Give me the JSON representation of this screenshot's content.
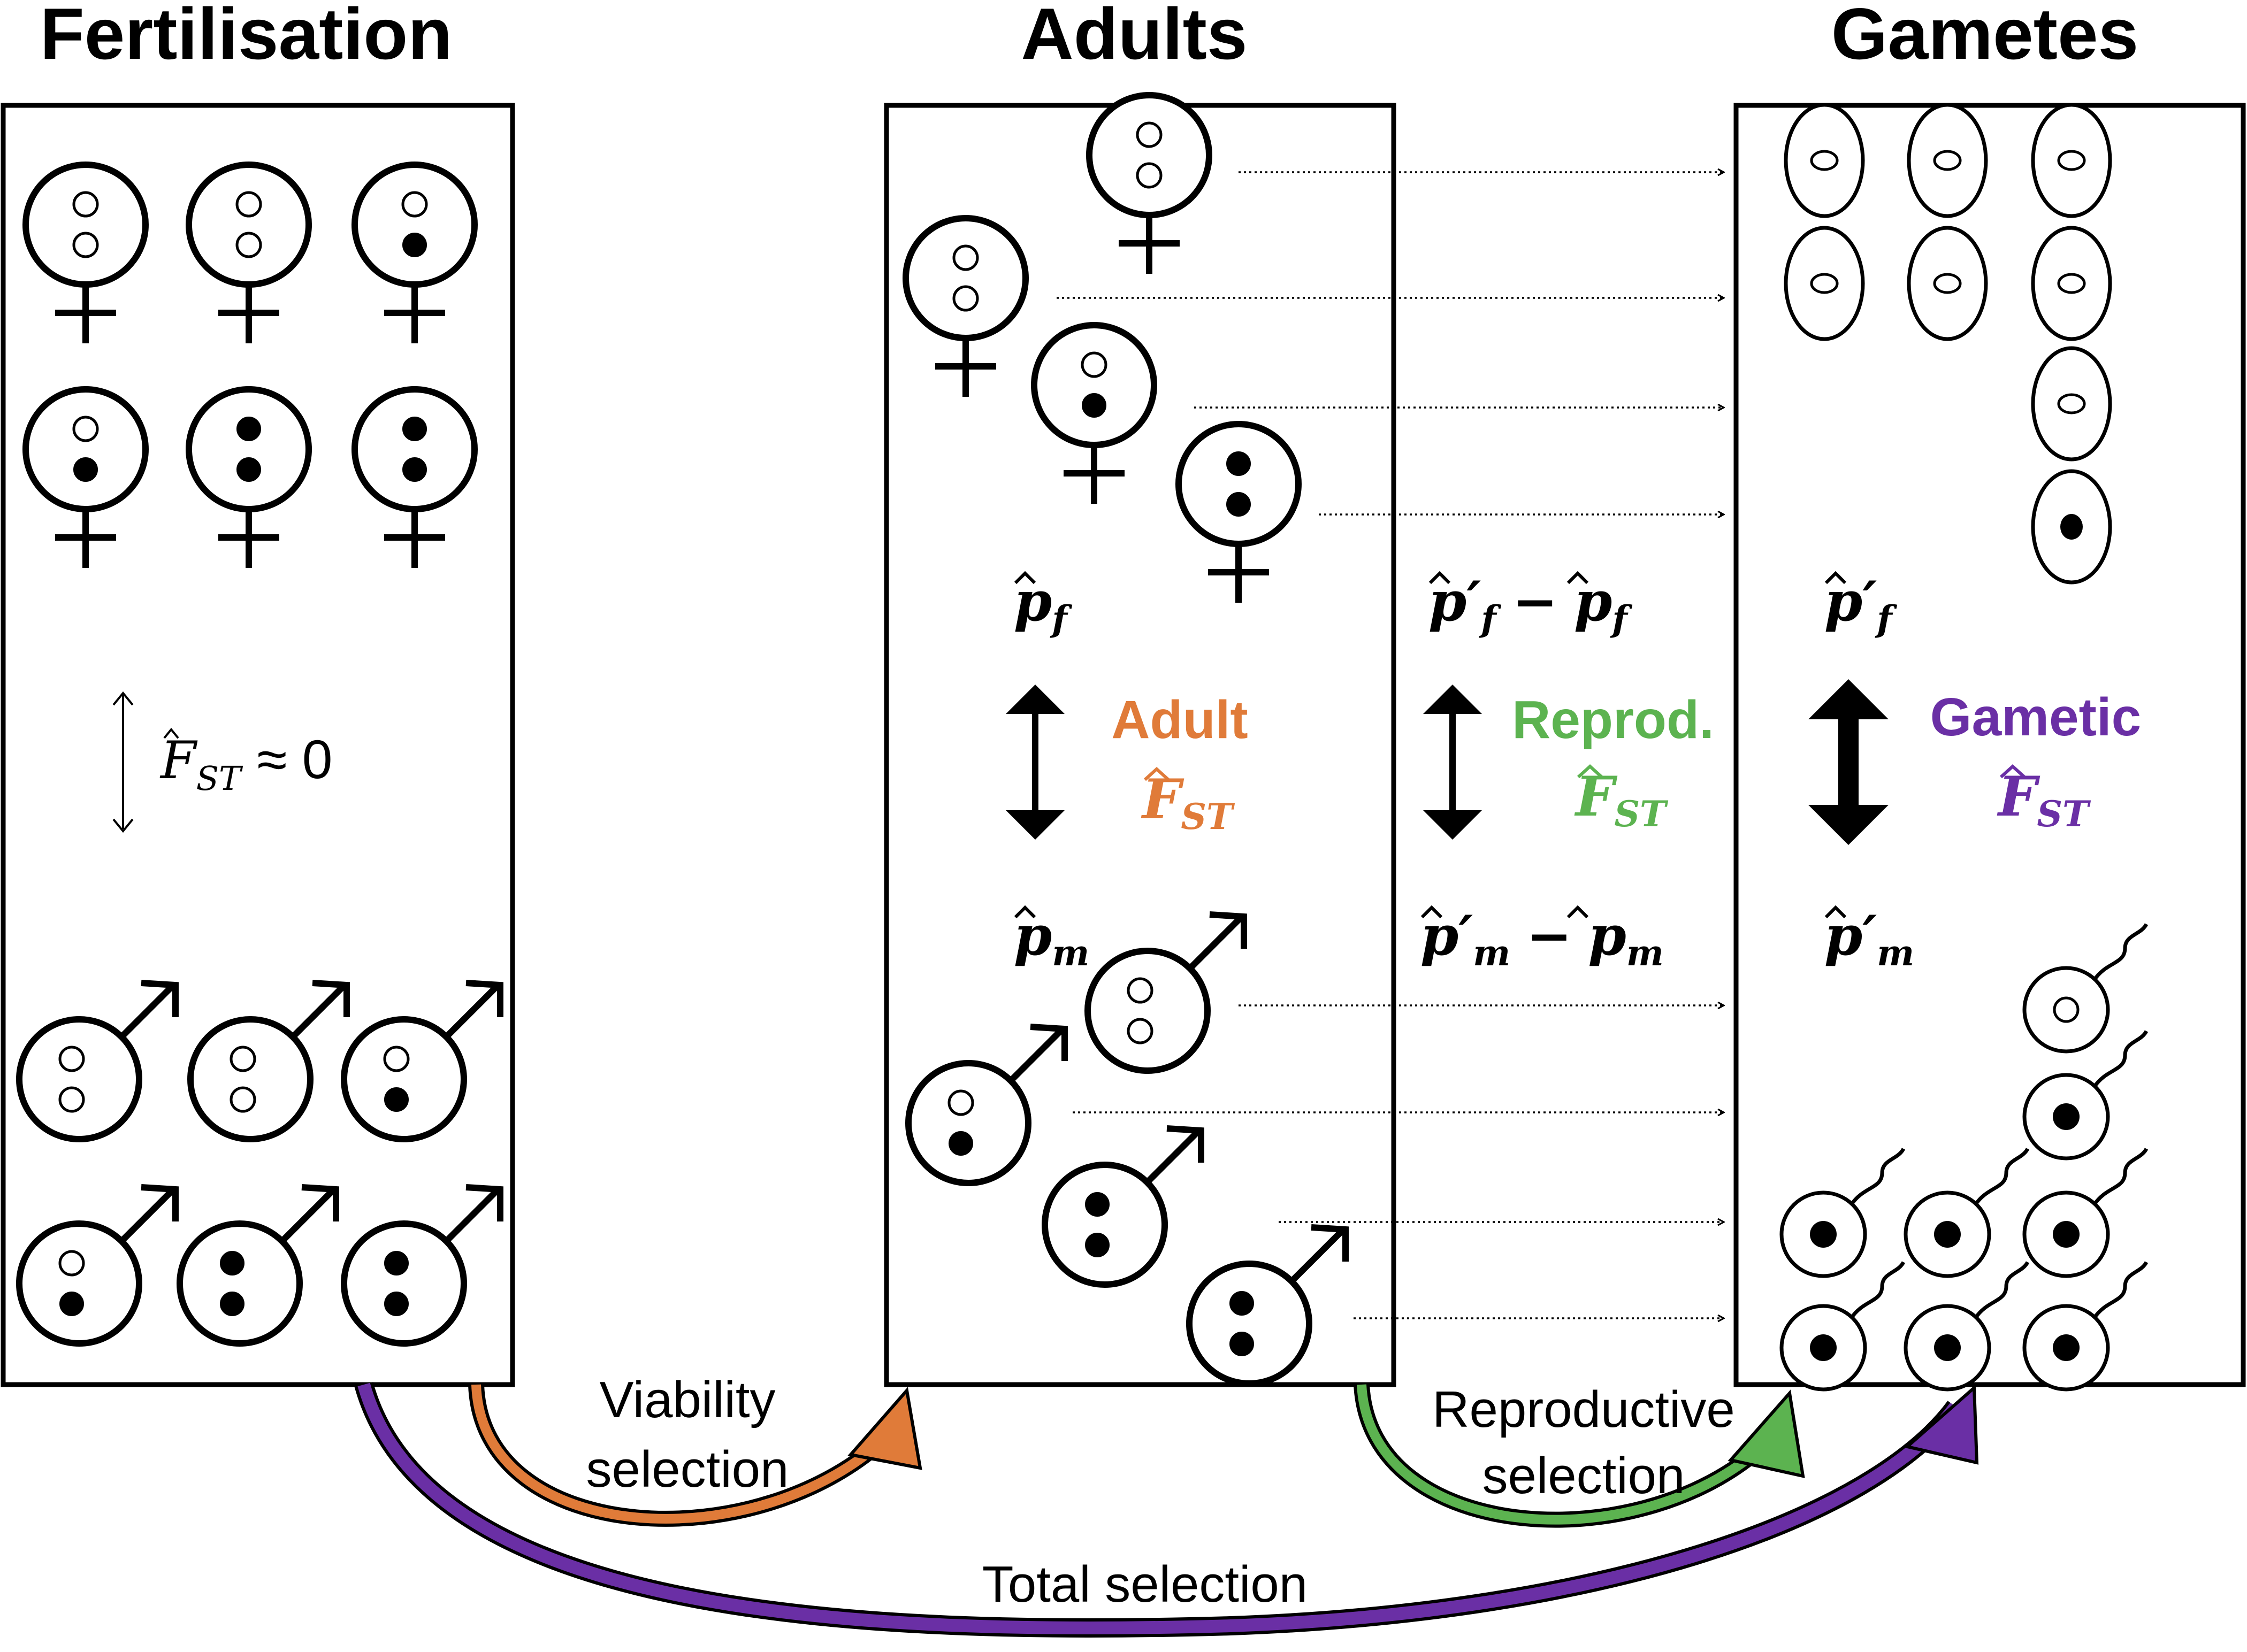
{
  "headings": {
    "fertilisation": "Fertilisation",
    "adults": "Adults",
    "gametes": "Gametes"
  },
  "fertilisation_panel": {
    "fst_symbol": "F",
    "fst_subscript": "ST",
    "fst_relation": "≈ 0"
  },
  "adults_panel": {
    "female_freq_symbol": "p",
    "female_freq_subscript": "f",
    "male_freq_symbol": "p",
    "male_freq_subscript": "m",
    "fst_name": "Adult",
    "fst_symbol": "F",
    "fst_subscript": "ST"
  },
  "reproductive_column": {
    "female_diff_left": "p′",
    "female_diff_left_subscript": "f",
    "female_diff_op": "−",
    "female_diff_right": "p",
    "female_diff_right_subscript": "f",
    "male_diff_left": "p′",
    "male_diff_left_subscript": "m",
    "male_diff_op": "−",
    "male_diff_right": "p",
    "male_diff_right_subscript": "m",
    "fst_name": "Reprod.",
    "fst_symbol": "F",
    "fst_subscript": "ST"
  },
  "gametes_panel": {
    "female_freq_symbol": "p′",
    "female_freq_subscript": "f",
    "male_freq_symbol": "p′",
    "male_freq_subscript": "m",
    "fst_name": "Gametic",
    "fst_symbol": "F",
    "fst_subscript": "ST"
  },
  "selection_arrows": {
    "viability_line1": "Viability",
    "viability_line2": "selection",
    "reproductive_line1": "Reproductive",
    "reproductive_line2": "selection",
    "total": "Total selection"
  },
  "colors": {
    "adult": "#e07b39",
    "reproductive": "#5cb350",
    "gametic": "#6a2fa5",
    "total": "#6a2fa5",
    "ink": "#000000"
  },
  "icons": {
    "female": "female-symbol-icon",
    "male": "male-symbol-icon",
    "egg": "egg-cell-icon",
    "sperm": "sperm-cell-icon",
    "allele_open": "allele-open-circle",
    "allele_filled": "allele-filled-circle"
  }
}
